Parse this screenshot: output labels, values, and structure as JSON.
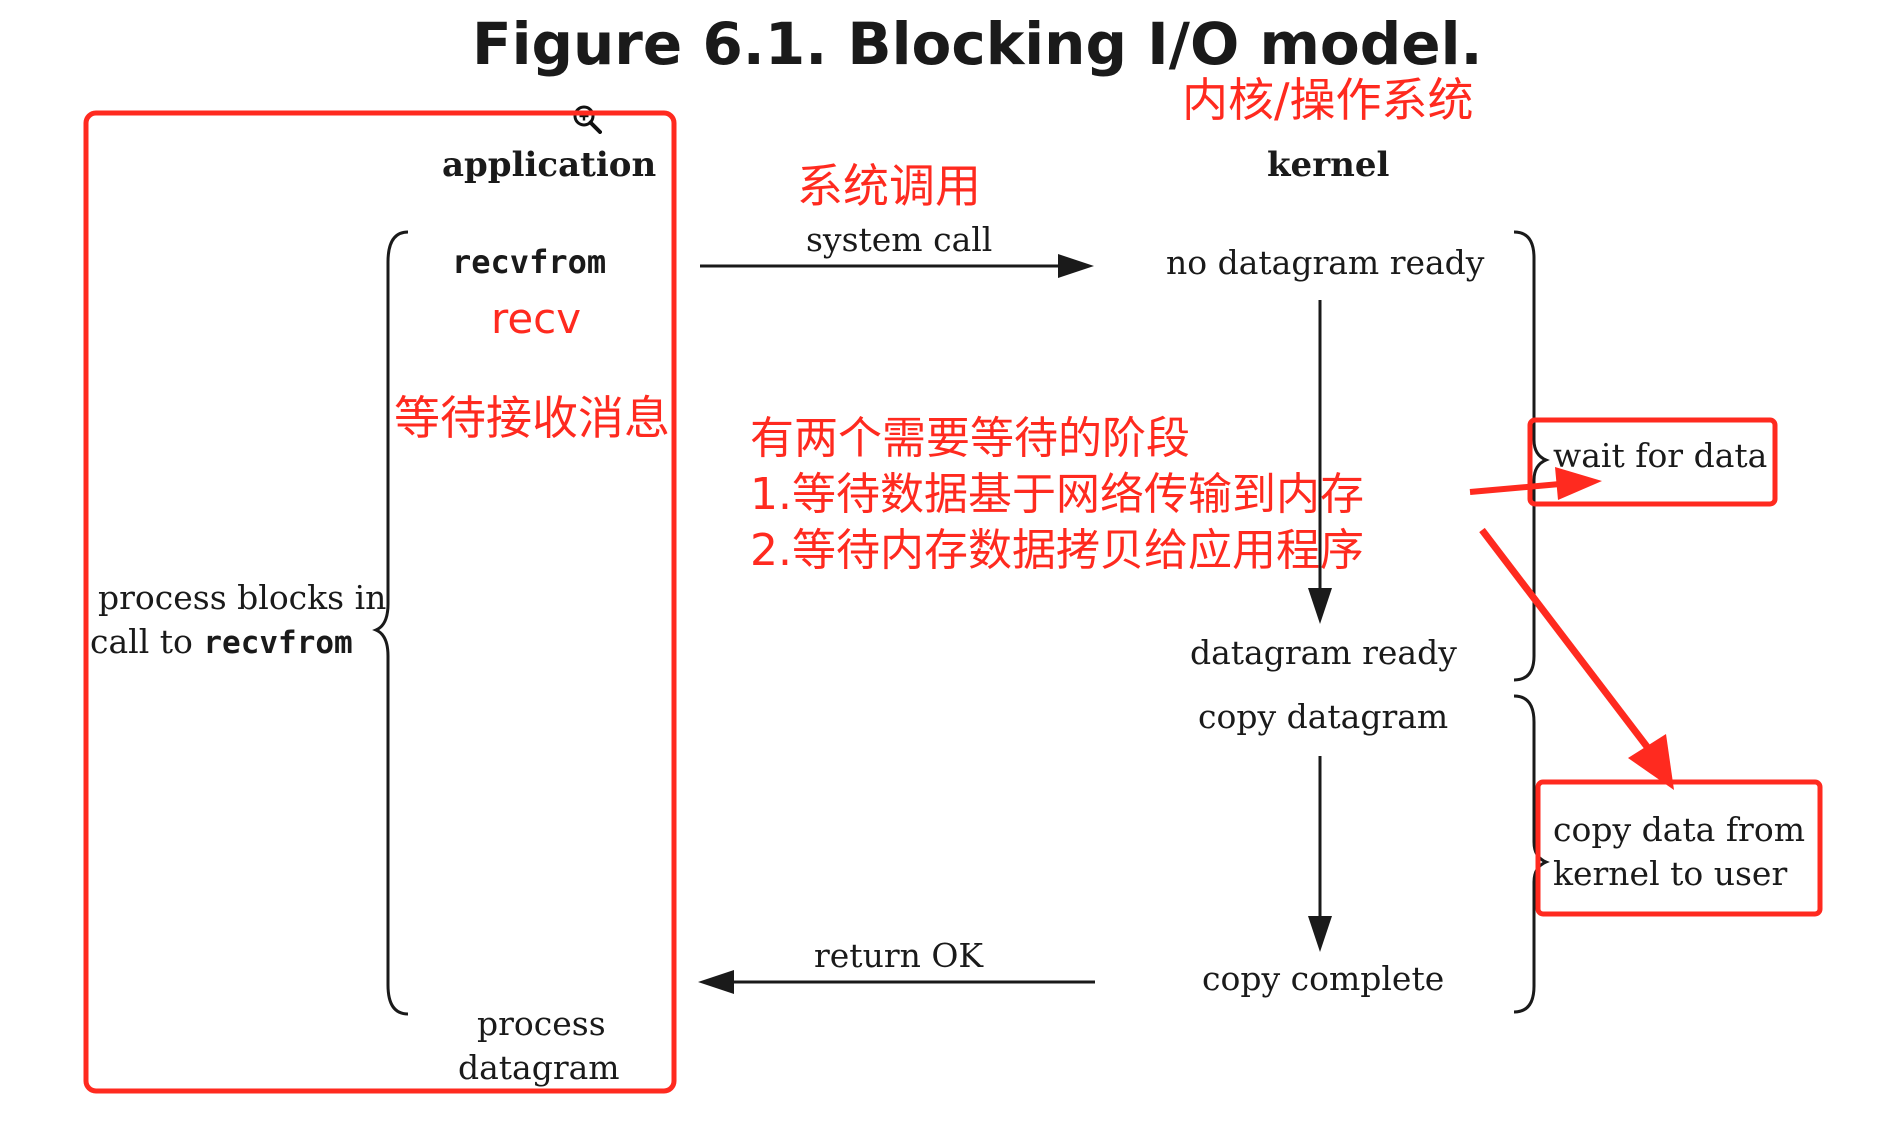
{
  "figure": {
    "title": "Figure 6.1. Blocking I/O model.",
    "headers": {
      "application": "application",
      "kernel": "kernel"
    },
    "application_side": {
      "recvfrom": "recvfrom",
      "process_blocks_line1": "process blocks in",
      "process_blocks_line2_prefix": "call to ",
      "process_blocks_line2_code": "recvfrom",
      "process_datagram_line1": "process",
      "process_datagram_line2": "datagram"
    },
    "arrows": {
      "system_call": "system call",
      "return_ok": "return OK"
    },
    "kernel_side": {
      "no_datagram_ready": "no datagram ready",
      "datagram_ready": "datagram ready",
      "copy_datagram": "copy datagram",
      "copy_complete": "copy complete"
    },
    "phases": {
      "wait_for_data": "wait for data",
      "copy_data_line1": "copy data from",
      "copy_data_line2": "kernel to user"
    }
  },
  "annotations": {
    "kernel_os": "内核/操作系统",
    "system_call_cn": "系统调用",
    "recv": "recv",
    "waiting_receive": "等待接收消息",
    "two_phases_line1": "有两个需要等待的阶段",
    "two_phases_line2": "1.等待数据基于网络传输到内存",
    "two_phases_line3": "2.等待内存数据拷贝给应用程序"
  },
  "colors": {
    "annotation_red": "#ff2a1f",
    "diagram_ink": "#1a1a1a"
  },
  "icons": {
    "cursor": "zoom-in-icon"
  }
}
